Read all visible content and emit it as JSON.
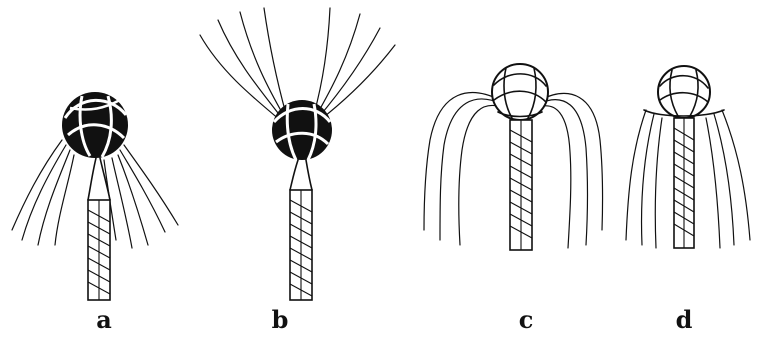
{
  "figures": [
    {
      "id": "a",
      "label": "a"
    },
    {
      "id": "b",
      "label": "b"
    },
    {
      "id": "c",
      "label": "c"
    },
    {
      "id": "d",
      "label": "d"
    }
  ],
  "colors": {
    "ink": "#111111",
    "background": "#ffffff"
  }
}
